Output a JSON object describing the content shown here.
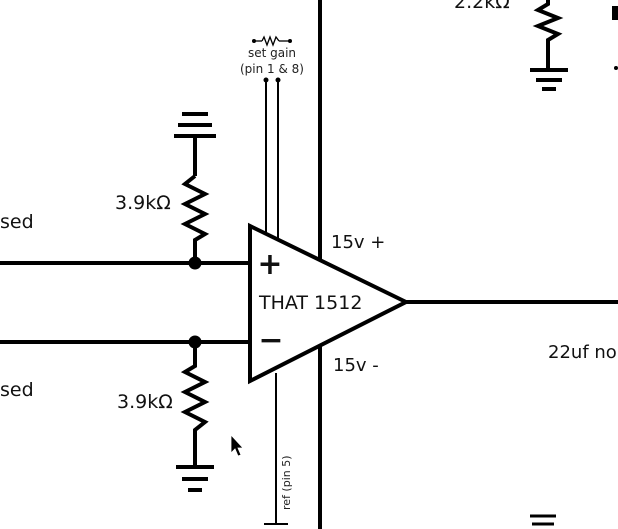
{
  "labels": {
    "top_resistor": "2.2kΩ",
    "upper_resistor": "3.9kΩ",
    "lower_resistor": "3.9kΩ",
    "plus_input_label": "sed",
    "minus_input_label": "sed",
    "opamp_name": "THAT 1512",
    "plus_sign": "+",
    "minus_sign": "−",
    "supply_plus": "15v +",
    "supply_minus": "15v -",
    "output_cap": "22uf no",
    "gain_line1": "set gain",
    "gain_line2": "(pin 1 & 8)",
    "ref_pin": "ref (pin 5)"
  },
  "colors": {
    "wire": "#000000",
    "text": "#111111",
    "background": "#ffffff"
  }
}
